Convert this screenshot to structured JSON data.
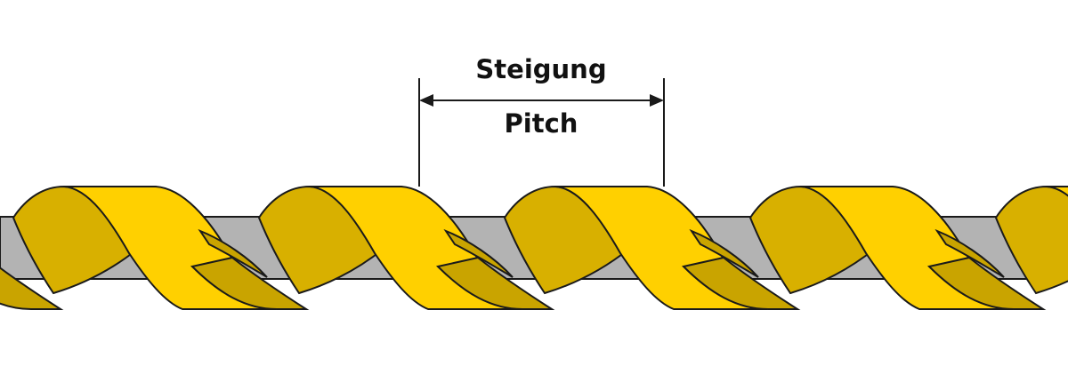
{
  "labels": {
    "top": "Steigung",
    "bottom": "Pitch"
  },
  "colors": {
    "shaft": "#b3b3b3",
    "flute_face": "#ffd000",
    "flute_side": "#d8b000",
    "flute_shadow": "#c9a400",
    "outline": "#1a1a1a"
  },
  "pitch_count_visible": 5
}
